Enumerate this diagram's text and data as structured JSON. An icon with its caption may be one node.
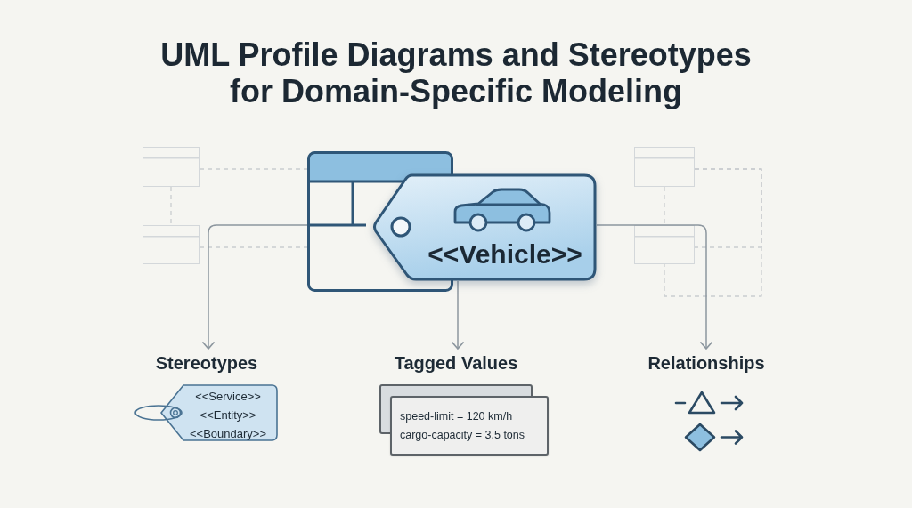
{
  "diagram": {
    "title": "UML Profile Diagrams and Stereotypes for Domain-Specific Modeling",
    "nodes": [
      {
        "text": [],
        "shape": "box"
      },
      {
        "text": [],
        "shape": "box"
      },
      {
        "text": [],
        "shape": "box"
      },
      {
        "text": [
          "<<Vehicle>>"
        ]
      },
      {
        "text": [],
        "shape": "box"
      },
      {
        "text": [],
        "shape": "box"
      },
      {
        "text": [
          "Stereotypes",
          "<<Service>>",
          "<<Entity>>",
          "<<Boundary>>"
        ]
      },
      {
        "text": [
          "Tagged Values",
          "speed-limit = 120 km/h",
          "cargo-capacity = 3.5 tons"
        ]
      },
      {
        "text": [
          "Relationships"
        ]
      }
    ],
    "edges": [
      {
        "from": 0,
        "to": 2,
        "arrow": "none",
        "style": "dashed"
      },
      {
        "from": 0,
        "to": 1,
        "arrow": "none",
        "style": "dashed"
      },
      {
        "from": 1,
        "to": 2,
        "arrow": "none",
        "style": "dashed"
      },
      {
        "from": 4,
        "to": 5,
        "arrow": "none",
        "style": "dashed"
      },
      {
        "from": 4,
        "to": 5,
        "arrow": "none",
        "style": "dashed"
      },
      {
        "from": 4,
        "to": 5,
        "arrow": "none",
        "style": "dashed"
      },
      {
        "from": 2,
        "to": 6,
        "arrow": "to",
        "color": "#8c969e"
      },
      {
        "from": 3,
        "to": 7,
        "arrow": "to",
        "color": "#8c969e"
      },
      {
        "from": 3,
        "to": 8,
        "arrow": "to",
        "color": "#8c969e"
      }
    ]
  }
}
